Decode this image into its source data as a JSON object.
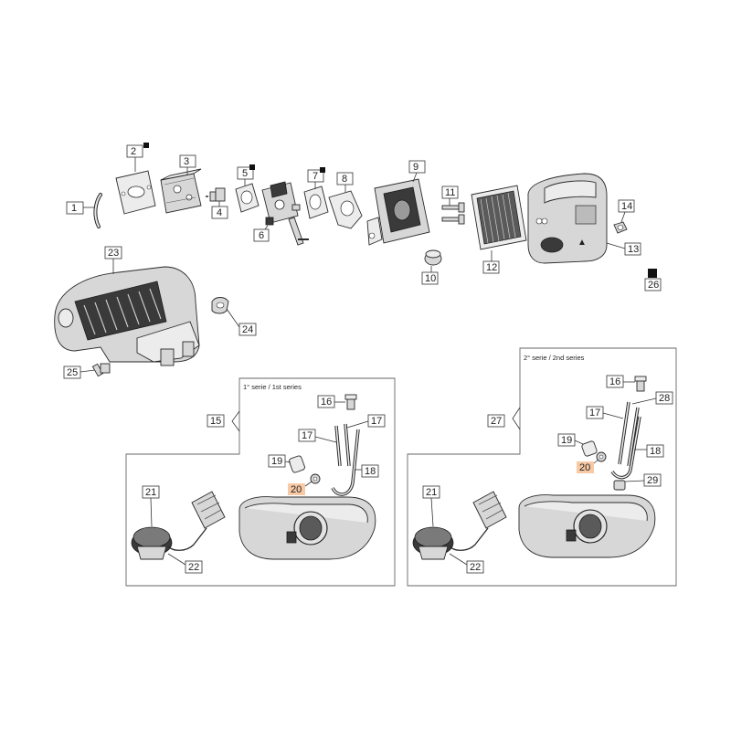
{
  "diagram": {
    "callouts": {
      "c1": "1",
      "c2": "2",
      "c3": "3",
      "c4": "4",
      "c5": "5",
      "c6": "6",
      "c7": "7",
      "c8": "8",
      "c9": "9",
      "c10": "10",
      "c11": "11",
      "c12": "12",
      "c13": "13",
      "c14": "14",
      "c15": "15",
      "c16": "16",
      "c17": "17",
      "c18": "18",
      "c19": "19",
      "c20": "20",
      "c21": "21",
      "c22": "22",
      "c23": "23",
      "c24": "24",
      "c25": "25",
      "c26": "26",
      "c27": "27",
      "c28": "28",
      "c29": "29"
    },
    "series_labels": {
      "first": "1° serie / 1st series",
      "second": "2° serie / 2nd series"
    },
    "colors": {
      "highlight": "#f7c9a4",
      "marker": "#111111",
      "line": "#333333"
    },
    "icons": {
      "marker": "black-square-icon"
    }
  }
}
